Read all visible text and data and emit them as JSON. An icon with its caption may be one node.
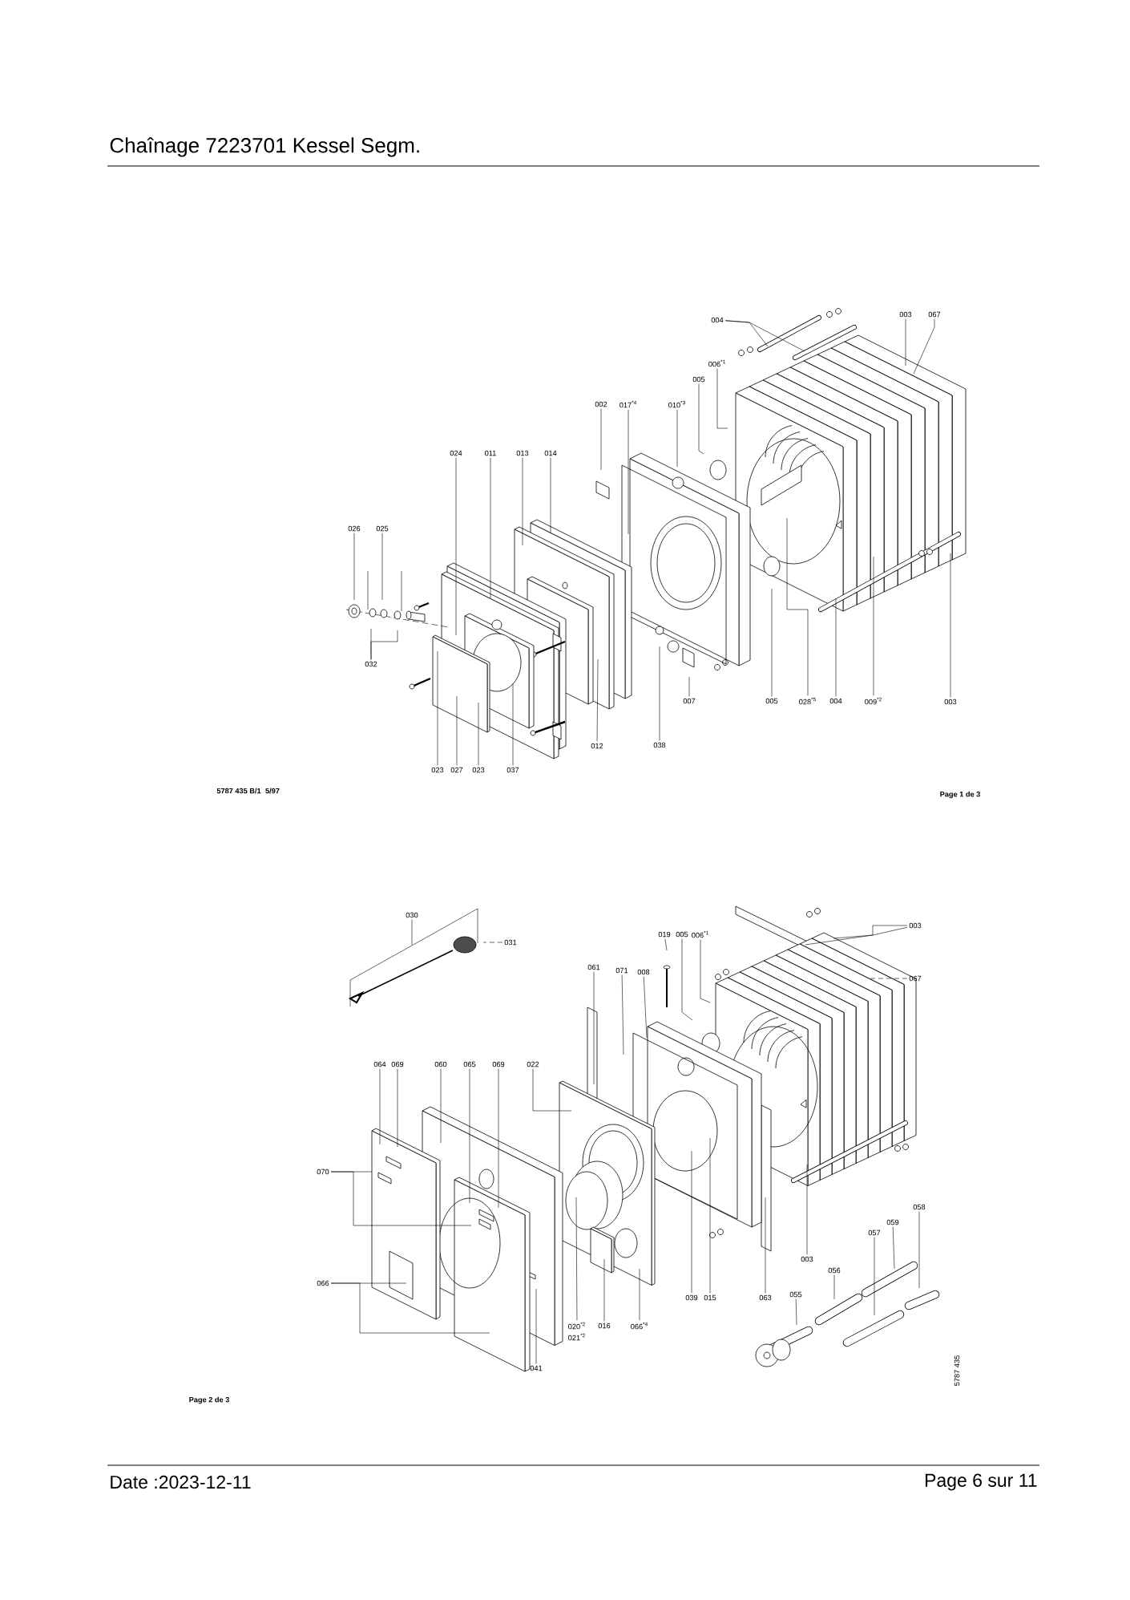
{
  "diagram": {
    "title": "Chaînage 7223701 Kessel Segm.",
    "nodes": [
      {
        "text": [
          "024"
        ]
      },
      {
        "text": [
          "011"
        ]
      },
      {
        "text": [
          "013"
        ]
      },
      {
        "text": [
          "014"
        ]
      },
      {
        "text": [
          "002"
        ]
      },
      {
        "text": [
          "017$^{*4}$"
        ]
      },
      {
        "text": [
          "010$^{*3}$"
        ]
      },
      {
        "text": [
          "005"
        ]
      },
      {
        "text": [
          "006$^{*1}$"
        ]
      },
      {
        "text": [
          "004"
        ]
      },
      {
        "text": [
          "003"
        ]
      },
      {
        "text": [
          "067"
        ]
      },
      {
        "text": [
          "026"
        ]
      },
      {
        "text": [
          "025"
        ]
      },
      {
        "text": [
          "032"
        ]
      },
      {
        "text": [
          "023"
        ]
      },
      {
        "text": [
          "027"
        ]
      },
      {
        "text": [
          "023"
        ]
      },
      {
        "text": [
          "037"
        ]
      },
      {
        "text": [
          "012"
        ]
      },
      {
        "text": [
          "038"
        ]
      },
      {
        "text": [
          "007"
        ]
      },
      {
        "text": [
          "005"
        ]
      },
      {
        "text": [
          "028$^{*5}$"
        ]
      },
      {
        "text": [
          "004"
        ]
      },
      {
        "text": [
          "009$^{*2}$"
        ]
      },
      {
        "text": [
          "003"
        ]
      },
      {
        "text": [
          "030"
        ]
      },
      {
        "text": [
          "031"
        ]
      },
      {
        "text": [
          "061"
        ]
      },
      {
        "text": [
          "071"
        ]
      },
      {
        "text": [
          "008"
        ]
      },
      {
        "text": [
          "019"
        ]
      },
      {
        "text": [
          "005"
        ]
      },
      {
        "text": [
          "006$^{*1}$"
        ]
      },
      {
        "text": [
          "003"
        ]
      },
      {
        "text": [
          "067"
        ]
      },
      {
        "text": [
          "064"
        ]
      },
      {
        "text": [
          "069"
        ]
      },
      {
        "text": [
          "060"
        ]
      },
      {
        "text": [
          "065"
        ]
      },
      {
        "text": [
          "069"
        ]
      },
      {
        "text": [
          "022"
        ]
      },
      {
        "text": [
          "070"
        ]
      },
      {
        "text": [
          "066"
        ]
      },
      {
        "text": [
          "041"
        ]
      },
      {
        "text": [
          "020$^{*2}$"
        ]
      },
      {
        "text": [
          "016"
        ]
      },
      {
        "text": [
          "066$^{*4}$"
        ]
      },
      {
        "text": [
          "039"
        ]
      },
      {
        "text": [
          "015"
        ]
      },
      {
        "text": [
          "063"
        ]
      },
      {
        "text": [
          "003"
        ]
      },
      {
        "text": [
          "055"
        ]
      },
      {
        "text": [
          "056"
        ]
      },
      {
        "text": [
          "057"
        ]
      },
      {
        "text": [
          "059"
        ]
      },
      {
        "text": [
          "058"
        ]
      }
    ],
    "edges": [
      {
        "from": 0,
        "to": null,
        "arrow": "none"
      },
      {
        "from": 1,
        "to": null,
        "arrow": "none"
      },
      {
        "from": 2,
        "to": null,
        "arrow": "none"
      },
      {
        "from": 3,
        "to": null,
        "arrow": "none"
      },
      {
        "from": 4,
        "to": null,
        "arrow": "none"
      },
      {
        "from": 5,
        "to": null,
        "arrow": "none"
      },
      {
        "from": 6,
        "to": null,
        "arrow": "none"
      },
      {
        "from": 7,
        "to": null,
        "arrow": "none"
      },
      {
        "from": 8,
        "to": null,
        "arrow": "none"
      },
      {
        "from": 9,
        "to": null,
        "arrow": "none"
      },
      {
        "from": 9,
        "to": null,
        "arrow": "none"
      },
      {
        "from": 10,
        "to": null,
        "arrow": "none"
      },
      {
        "from": 11,
        "to": null,
        "arrow": "none"
      },
      {
        "from": 12,
        "to": null,
        "arrow": "none"
      },
      {
        "from": 13,
        "to": null,
        "arrow": "none"
      },
      {
        "from": 14,
        "to": null,
        "arrow": "none"
      },
      {
        "from": 14,
        "to": null,
        "arrow": "none"
      },
      {
        "from": 15,
        "to": null,
        "arrow": "none"
      },
      {
        "from": 16,
        "to": null,
        "arrow": "none"
      },
      {
        "from": 17,
        "to": null,
        "arrow": "none"
      },
      {
        "from": 18,
        "to": null,
        "arrow": "none"
      },
      {
        "from": 19,
        "to": null,
        "arrow": "none"
      },
      {
        "from": 20,
        "to": null,
        "arrow": "none"
      },
      {
        "from": 21,
        "to": null,
        "arrow": "none"
      },
      {
        "from": 22,
        "to": null,
        "arrow": "none"
      },
      {
        "from": 23,
        "to": null,
        "arrow": "none"
      },
      {
        "from": 24,
        "to": null,
        "arrow": "none"
      },
      {
        "from": 25,
        "to": null,
        "arrow": "none"
      },
      {
        "from": 26,
        "to": null,
        "arrow": "none"
      },
      {
        "from": 27,
        "to": null,
        "arrow": "none"
      },
      {
        "from": 28,
        "to": null,
        "arrow": "none",
        "style": "dashed"
      },
      {
        "from": 29,
        "to": null,
        "arrow": "none"
      },
      {
        "from": 30,
        "to": null,
        "arrow": "none"
      },
      {
        "from": 31,
        "to": null,
        "arrow": "none"
      },
      {
        "from": 32,
        "to": null,
        "arrow": "none"
      },
      {
        "from": 33,
        "to": null,
        "arrow": "none"
      },
      {
        "from": 34,
        "to": null,
        "arrow": "none"
      },
      {
        "from": 35,
        "to": null,
        "arrow": "none"
      },
      {
        "from": 35,
        "to": null,
        "arrow": "none"
      },
      {
        "from": 36,
        "to": null,
        "arrow": "none",
        "style": "dashed"
      },
      {
        "from": 37,
        "to": null,
        "arrow": "none"
      },
      {
        "from": 38,
        "to": null,
        "arrow": "none"
      },
      {
        "from": 39,
        "to": null,
        "arrow": "none"
      },
      {
        "from": 40,
        "to": null,
        "arrow": "none"
      },
      {
        "from": 41,
        "to": null,
        "arrow": "none"
      },
      {
        "from": 42,
        "to": null,
        "arrow": "none"
      },
      {
        "from": 43,
        "to": null,
        "arrow": "none"
      },
      {
        "from": 43,
        "to": null,
        "arrow": "none"
      },
      {
        "from": 44,
        "to": null,
        "arrow": "none"
      },
      {
        "from": 44,
        "to": null,
        "arrow": "none"
      },
      {
        "from": 45,
        "to": null,
        "arrow": "none"
      },
      {
        "from": 46,
        "to": null,
        "arrow": "none"
      },
      {
        "from": 47,
        "to": null,
        "arrow": "none"
      },
      {
        "from": 48,
        "to": null,
        "arrow": "none"
      },
      {
        "from": 49,
        "to": null,
        "arrow": "none"
      },
      {
        "from": 50,
        "to": null,
        "arrow": "none"
      },
      {
        "from": 51,
        "to": null,
        "arrow": "none"
      },
      {
        "from": 52,
        "to": null,
        "arrow": "none"
      },
      {
        "from": 53,
        "to": null,
        "arrow": "none"
      },
      {
        "from": 54,
        "to": null,
        "arrow": "none"
      },
      {
        "from": 55,
        "to": null,
        "arrow": "none"
      },
      {
        "from": 56,
        "to": null,
        "arrow": "none"
      },
      {
        "from": 57,
        "to": null,
        "arrow": "none"
      }
    ],
    "labels": [
      "5787 435 B/1",
      "5/97",
      "Page 1 de 3",
      "021$^{*2}$",
      "Page 2 de 3",
      "5787 435",
      "Date :2023-12-11",
      "Page 6 sur 11"
    ]
  }
}
